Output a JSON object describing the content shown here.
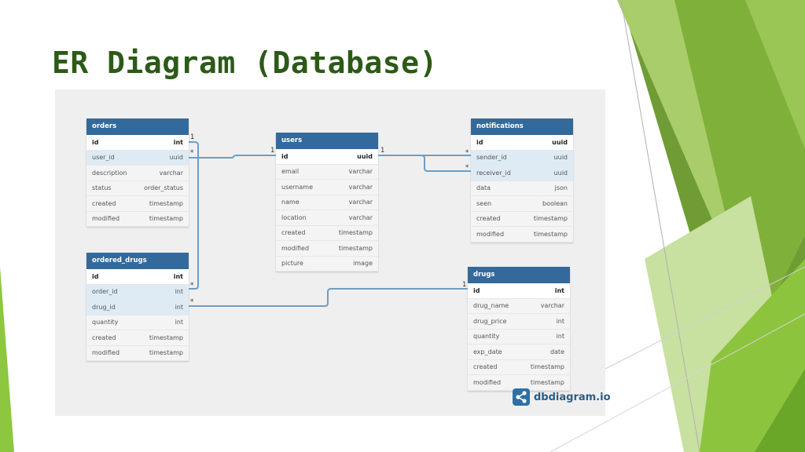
{
  "slide": {
    "title": "ER Diagram (Database)"
  },
  "tables": {
    "orders": {
      "name": "orders",
      "rows": [
        {
          "field": "id",
          "type": "int"
        },
        {
          "field": "user_id",
          "type": "uuid"
        },
        {
          "field": "description",
          "type": "varchar"
        },
        {
          "field": "status",
          "type": "order_status"
        },
        {
          "field": "created",
          "type": "timestamp"
        },
        {
          "field": "modified",
          "type": "timestamp"
        }
      ]
    },
    "users": {
      "name": "users",
      "rows": [
        {
          "field": "id",
          "type": "uuid"
        },
        {
          "field": "email",
          "type": "varchar"
        },
        {
          "field": "username",
          "type": "varchar"
        },
        {
          "field": "name",
          "type": "varchar"
        },
        {
          "field": "location",
          "type": "varchar"
        },
        {
          "field": "created",
          "type": "timestamp"
        },
        {
          "field": "modified",
          "type": "timestamp"
        },
        {
          "field": "picture",
          "type": "image"
        }
      ]
    },
    "notifications": {
      "name": "notifications",
      "rows": [
        {
          "field": "id",
          "type": "uuid"
        },
        {
          "field": "sender_id",
          "type": "uuid"
        },
        {
          "field": "receiver_id",
          "type": "uuid"
        },
        {
          "field": "data",
          "type": "json"
        },
        {
          "field": "seen",
          "type": "boolean"
        },
        {
          "field": "created",
          "type": "timestamp"
        },
        {
          "field": "modified",
          "type": "timestamp"
        }
      ]
    },
    "ordered_drugs": {
      "name": "ordered_drugs",
      "rows": [
        {
          "field": "id",
          "type": "int"
        },
        {
          "field": "order_id",
          "type": "int"
        },
        {
          "field": "drug_id",
          "type": "int"
        },
        {
          "field": "quantity",
          "type": "int"
        },
        {
          "field": "created",
          "type": "timestamp"
        },
        {
          "field": "modified",
          "type": "timestamp"
        }
      ]
    },
    "drugs": {
      "name": "drugs",
      "rows": [
        {
          "field": "id",
          "type": "int"
        },
        {
          "field": "drug_name",
          "type": "varchar"
        },
        {
          "field": "drug_price",
          "type": "int"
        },
        {
          "field": "quantity",
          "type": "int"
        },
        {
          "field": "exp_date",
          "type": "date"
        },
        {
          "field": "created",
          "type": "timestamp"
        },
        {
          "field": "modified",
          "type": "timestamp"
        }
      ]
    }
  },
  "cardinality": {
    "one": "1",
    "many": "*"
  },
  "brand": {
    "name": "dbdiagram.io"
  },
  "colors": {
    "header": "#336a9b",
    "title": "#2c5a17",
    "connector": "#6d9ec4",
    "accent_green": "#8dc63f"
  }
}
